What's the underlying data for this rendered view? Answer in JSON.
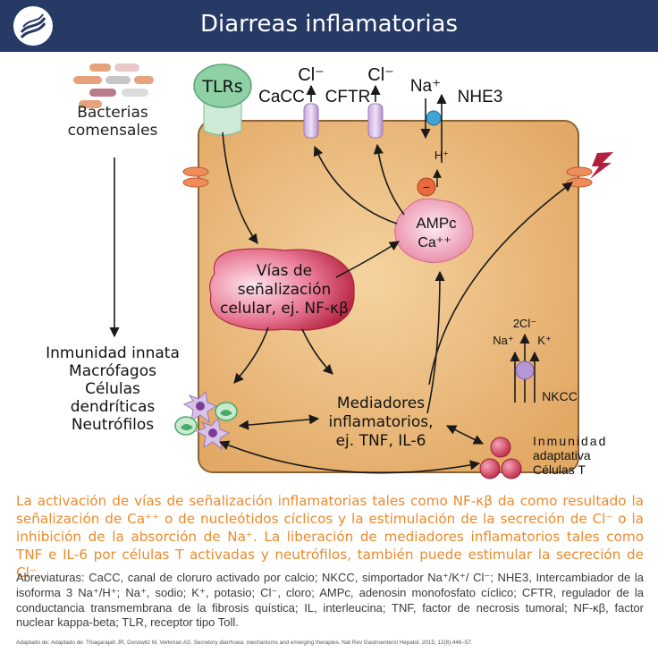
{
  "header": {
    "title": "Diarreas inflamatorias"
  },
  "colors": {
    "header": "#273a66",
    "cell": "#e8b87b",
    "caption": "#ea8a2c",
    "arrow": "#1a1a1a"
  },
  "diagram": {
    "bacteria": {
      "line1": "Bacterias",
      "line2": "comensales"
    },
    "tlrs": "TLRs",
    "cacc": {
      "ion": "Cl⁻",
      "name": "CaCC"
    },
    "cftr": {
      "ion": "Cl⁻",
      "name": "CFTR"
    },
    "nhe3": {
      "ion": "Na⁺",
      "name": "NHE3",
      "h": "H⁺",
      "minus": "−"
    },
    "ampc": {
      "line1": "AMPc",
      "line2": "Ca⁺⁺"
    },
    "signaling": {
      "line1": "Vías de",
      "line2": "señalización",
      "line3": "celular, ej. NF-κβ"
    },
    "innate": {
      "line1": "Inmunidad innata",
      "line2": "Macrófagos",
      "line3": "Células",
      "line4": "dendríticas",
      "line5": "Neutrófilos"
    },
    "mediators": {
      "line1": "Mediadores",
      "line2": "inflamatorios,",
      "line3": "ej. TNF, IL-6"
    },
    "nkcc": {
      "na": "Na⁺",
      "k": "K⁺",
      "cl": "2Cl⁻",
      "name": "NKCC"
    },
    "adaptive": {
      "line1": "Inmunidad",
      "line2": "adaptativa",
      "line3": "Células T"
    }
  },
  "caption": "La activación de vías de señalización inflamatorias tales como NF-κβ da como resultado la señalización de Ca⁺⁺ o de nucleótidos cíclicos y la estimulación de la secreción de Cl⁻ o la inhibición de la absorción de Na⁺. La liberación de mediadores inflamatorios tales como TNF e IL-6 por células T activadas y neutrófilos, también puede estimular la secreción de Cl⁻.",
  "abbreviations": "Abreviaturas: CaCC, canal de cloruro activado por calcio; NKCC, simportador Na⁺/K⁺/ Cl⁻; NHE3, Intercambiador de la isoforma 3 Na⁺/H⁺; Na⁺, sodio; K⁺, potasio; Cl⁻, cloro; AMPc, adenosin monofosfato cíclico; CFTR, regulador de la conductancia transmembrana de la fibrosis quística; IL, interleucina; TNF, factor de necrosis tumoral; NF-κβ, factor nuclear kappa-beta; TLR, receptor tipo Toll.",
  "source": "Adaptado de: Adaptado de: Thiagarajah JR, Donowitz M, Verkman AS. Secretory diarrhoea: mechanisms and emerging therapies. Nat Rev Gastroenterol Hepatol. 2015; 12(8):446–57."
}
